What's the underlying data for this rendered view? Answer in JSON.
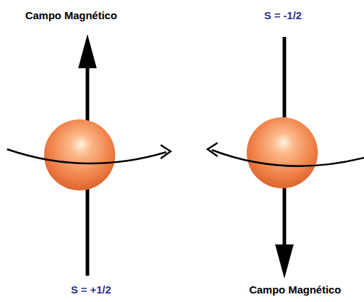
{
  "diagram": {
    "labels": [
      "Campo Magnético",
      "S = -1/2",
      "S = +1/2",
      "Campo Magnético"
    ]
  }
}
